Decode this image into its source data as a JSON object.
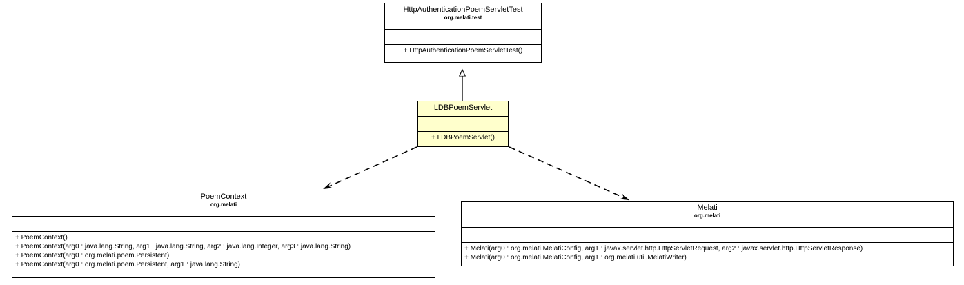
{
  "diagram": {
    "type": "uml-class-diagram",
    "background_color": "#ffffff",
    "line_color": "#000000",
    "highlight_fill": "#ffffcc",
    "classes": [
      {
        "id": "http-authentication-poem-servlet-test",
        "name": "HttpAuthenticationPoemServletTest",
        "package": "org.melati.test",
        "highlighted": false,
        "attributes": [],
        "operations": [
          "+ HttpAuthenticationPoemServletTest()"
        ]
      },
      {
        "id": "ldb-poem-servlet",
        "name": "LDBPoemServlet",
        "package": "",
        "highlighted": true,
        "attributes": [],
        "operations": [
          "+ LDBPoemServlet()"
        ]
      },
      {
        "id": "poem-context",
        "name": "PoemContext",
        "package": "org.melati",
        "highlighted": false,
        "attributes": [],
        "operations": [
          "+ PoemContext()",
          "+ PoemContext(arg0 : java.lang.String, arg1 : java.lang.String, arg2 : java.lang.Integer, arg3 : java.lang.String)",
          "+ PoemContext(arg0 : org.melati.poem.Persistent)",
          "+ PoemContext(arg0 : org.melati.poem.Persistent, arg1 : java.lang.String)"
        ]
      },
      {
        "id": "melati",
        "name": "Melati",
        "package": "org.melati",
        "highlighted": false,
        "attributes": [],
        "operations": [
          "+ Melati(arg0 : org.melati.MelatiConfig, arg1 : javax.servlet.http.HttpServletRequest, arg2 : javax.servlet.http.HttpServletResponse)",
          "+ Melati(arg0 : org.melati.MelatiConfig, arg1 : org.melati.util.MelatiWriter)"
        ]
      }
    ],
    "relationships": [
      {
        "id": "generalization-ldb-to-test",
        "kind": "generalization",
        "style": "solid",
        "arrowhead": "hollow-triangle",
        "from": "ldb-poem-servlet",
        "to": "http-authentication-poem-servlet-test"
      },
      {
        "id": "dependency-ldb-to-poemcontext",
        "kind": "dependency",
        "style": "dashed",
        "arrowhead": "open-arrow",
        "from": "ldb-poem-servlet",
        "to": "poem-context"
      },
      {
        "id": "dependency-ldb-to-melati",
        "kind": "dependency",
        "style": "dashed",
        "arrowhead": "open-arrow",
        "from": "ldb-poem-servlet",
        "to": "melati"
      }
    ]
  }
}
